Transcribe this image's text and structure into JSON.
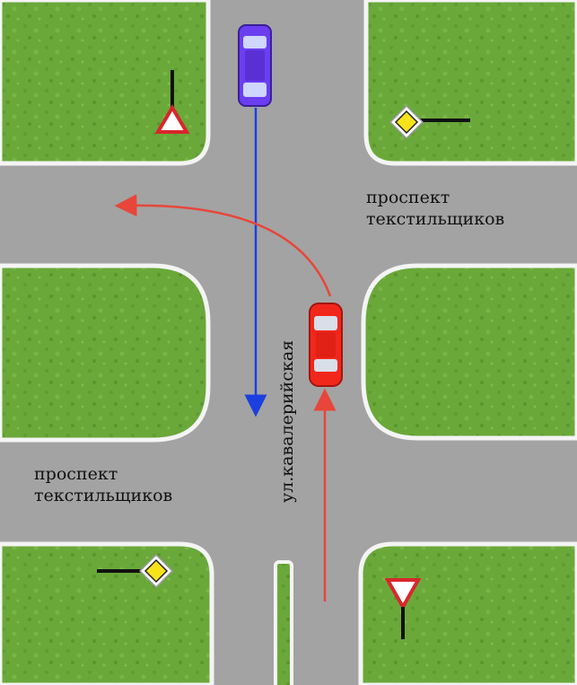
{
  "streets": {
    "avenue_top": {
      "line1": "проспект",
      "line2": "текстильщиков"
    },
    "avenue_bottom": {
      "line1": "проспект",
      "line2": "текстильщиков"
    },
    "vertical": "ул.кавалерийская"
  },
  "colors": {
    "grass": "#6aa83a",
    "asphalt": "#a3a3a3",
    "curb": "#f4f4f4",
    "blue_path": "#1c3fe0",
    "red_path": "#e8463a",
    "blue_car": "#6b3ef0",
    "red_car": "#f2271c",
    "sign_yellow": "#f7e31a"
  },
  "signs": [
    {
      "type": "give-way-sign"
    },
    {
      "type": "main-road-sign"
    },
    {
      "type": "main-road-sign"
    },
    {
      "type": "give-way-sign"
    }
  ],
  "vehicles": [
    {
      "name": "blue-car",
      "heading": "south"
    },
    {
      "name": "red-car",
      "heading": "north-turn-left"
    }
  ]
}
